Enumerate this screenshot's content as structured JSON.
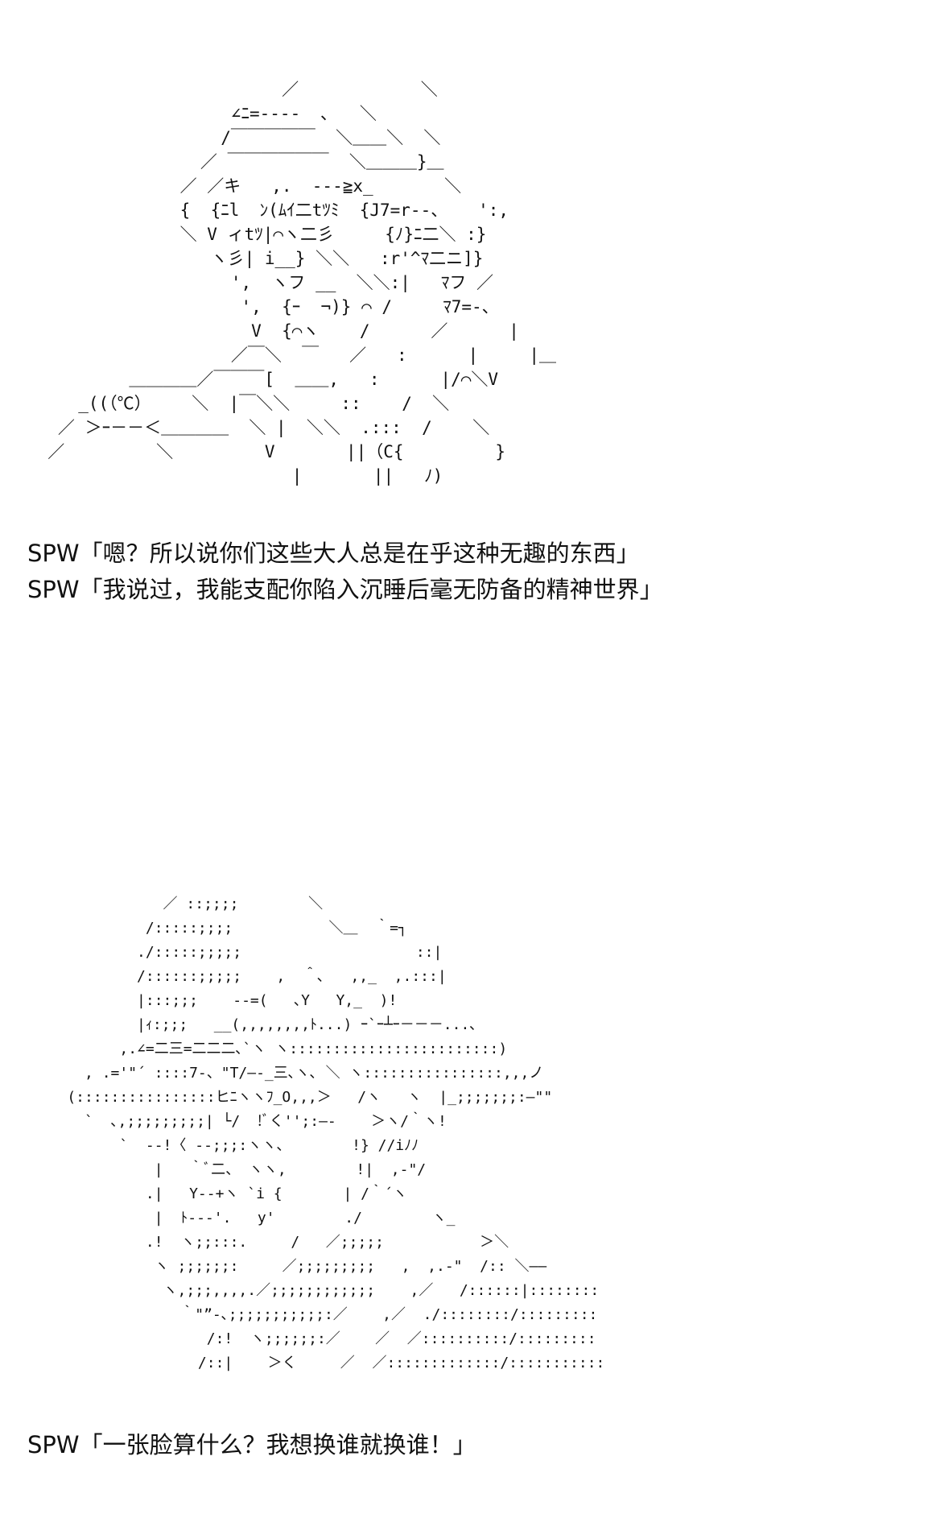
{
  "panels": [
    {
      "ascii_art": "                         ／            ＼\n                    ∠ﾆ=----  ､   ＼\n                   /￣￣￣￣￣  ＼＿＿＼  ＼\n                 ／ ￣￣￣￣￣￣  ＼＿＿＿}＿\n               ／ ／キ   ,.  ---≧x_       ＼\n               {  {ﾆl  ﾝ(ﾑｲ二tﾂﾐ  {J7=r--、   ':,\n               ＼ V ィtﾂ|⌒ヽ二彡     {ﾉ}ﾆ二＼ :}\n                  ヽ彡| i__} ＼＼   :r'^ﾏ二ニ]}\n                    ',  ヽフ __  ＼＼:|   ﾏフ ／\n                     ',  {ｰ  ¬)} ⌒ /     ﾏ7=-、\n                      V  {⌒ヽ    /      ／      |\n                    ／￣＼  ￣   ／   :      |     |＿\n          ＿＿＿＿／￣￣￣[  ＿＿,   :      |/⌒＼V\n     _((（℃）    ＼  |￣＼＼     ::    /  ＼\n   ／ ＞ｰ－－＜＿＿＿＿  ＼ |  ＼＼  .:::  /    ＼\n  ／         ＼         V       ||（C{         }\n                          |       ||   ﾉ)",
      "lines": [
        "SPW「嗯？所以说你们这些大人总是在乎这种无趣的东西」",
        "SPW「我说过，我能支配你陷入沉睡后毫无防备的精神世界」"
      ]
    },
    {
      "ascii_art": "               ／ ::;;;;        ＼\n             /:::::;;;;           ＼＿  ｀=┐\n            ./:::::;;;;;                    ::|\n            /::::::;;;;;    ,  ＾､   ,,_  ,.:::|\n            |:::;;;    --=(   ､Y   Y,_  )!\n            |ｨ:;;;   __(,,,,,,,,ﾄ...) ｰ`ｰ┴ｰ－－－...､\n          ,.∠=二三=二二二､`ヽ ヽ::::::::::::::::::::::::)\n      , .='\"´ ::::7-、\"T/—-_三､ヽ､ ＼ ヽ::::::::::::::::,,,ノ\n    (::::::::::::::::ヒﾆヽヽﾌ_O,,,＞   /ヽ   ヽ  |_;;;;;;;:–\"\"\n      `  ､,;;;;;;;;;| └/  !ﾞく'';:—-    ＞ヽ/｀ヽ!\n          `  --!〈 --;;;:ヽヽ、       !} //iﾉﾉ\n              |   ｀ﾞ二、 ヽヽ,        !|  ,-\"/\n             .|   Y--+ヽ `i {       | /｀´ヽ\n              |  ﾄ---'.   y'        ./        ヽ_\n             .!  ヽ;;:::.     /   ／;;;;;           ＞＼\n              ヽ ;;;;;;:     ／;;;;;;;;;   ,  ,.-\"  /:: ＼–—\n               ヽ,;;;,,,,.／;;;;;;;;;;;;    ,／   /::::::|::::::::\n                 ｀\"”-､;;;;;;;;;;;:／    ,／  ./::::::::/:::::::::\n                    /:!  ヽ;;;;;;:／    ／  ／::::::::::/:::::::::\n                   /::|    ＞く     ／  ／:::::::::::::/:::::::::::",
      "lines": [
        "SPW「一张脸算什么？我想换谁就换谁！」"
      ]
    }
  ]
}
